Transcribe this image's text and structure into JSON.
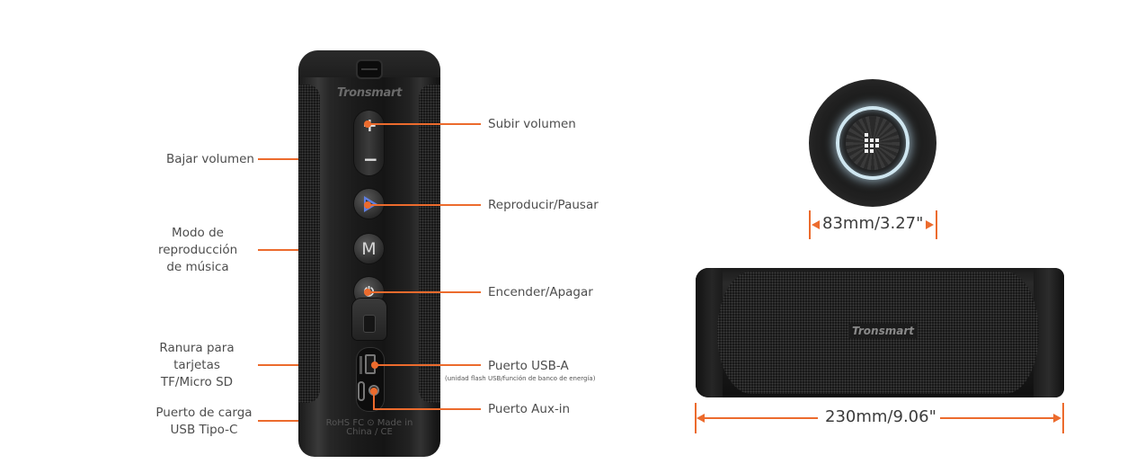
{
  "product": {
    "brand": "Tronsmart",
    "regulatory_text": "RoHS FC ⊙ Made in China / CE"
  },
  "callouts": {
    "left": [
      {
        "id": "vol-down",
        "label": "Bajar volumen"
      },
      {
        "id": "mode",
        "lines": [
          "Modo de",
          "reproducción",
          "de música"
        ]
      },
      {
        "id": "tf-slot",
        "lines": [
          "Ranura para",
          "tarjetas",
          "TF/Micro SD"
        ]
      },
      {
        "id": "usb-c",
        "lines": [
          "Puerto de carga",
          "USB Tipo-C"
        ]
      }
    ],
    "right": [
      {
        "id": "vol-up",
        "label": "Subir volumen"
      },
      {
        "id": "play",
        "label": "Reproducir/Pausar"
      },
      {
        "id": "power",
        "label": "Encender/Apagar"
      },
      {
        "id": "usb-a",
        "label": "Puerto USB-A",
        "note": "(unidad flash USB/función de banco de energía)"
      },
      {
        "id": "aux",
        "label": "Puerto Aux-in"
      }
    ]
  },
  "buttons": {
    "vol_up_glyph": "+",
    "vol_down_glyph": "−",
    "mode_glyph": "M",
    "power_glyph": "⏻"
  },
  "dimensions": {
    "diameter": "83mm/3.27\"",
    "length": "230mm/9.06\""
  },
  "colors": {
    "accent": "#ec6b2d",
    "text": "#4d4d4d",
    "speaker_body": "#1b1b1b",
    "led_ring": "#cfe6f0",
    "play_icon": "#5f7fe0"
  }
}
